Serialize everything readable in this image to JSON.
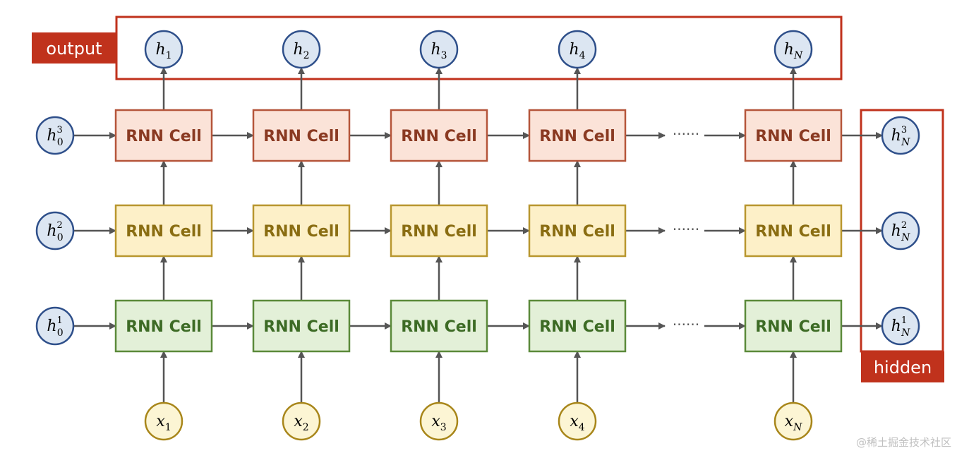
{
  "labels": {
    "output": "output",
    "hidden": "hidden",
    "ellipsis": "······",
    "watermark": "@稀土掘金技术社区"
  },
  "cell_label": "RNN Cell",
  "layers": [
    {
      "layer": 1,
      "h0_sup": "1",
      "hN_sup": "1",
      "fill": "#e3f0d8",
      "stroke": "#5b8a3a",
      "text_color": "#3d6b25"
    },
    {
      "layer": 2,
      "h0_sup": "2",
      "hN_sup": "2",
      "fill": "#fdf0c8",
      "stroke": "#b8962e",
      "text_color": "#8a6d12"
    },
    {
      "layer": 3,
      "h0_sup": "3",
      "hN_sup": "3",
      "fill": "#fbe3d8",
      "stroke": "#b5553a",
      "text_color": "#8a3a22"
    }
  ],
  "timesteps": [
    {
      "sub": "1"
    },
    {
      "sub": "2"
    },
    {
      "sub": "3"
    },
    {
      "sub": "4"
    },
    {
      "sub": "N"
    }
  ],
  "symbols": {
    "h": "h",
    "x": "x",
    "h0_sub": "0",
    "hN_sub": "N"
  },
  "colors": {
    "accent_red": "#c0321c",
    "circle_blue_fill": "#dce6f2",
    "circle_blue_stroke": "#2e4f8a",
    "circle_yellow_fill": "#fcf5d4",
    "circle_yellow_stroke": "#a8861a",
    "arrow": "#555555"
  }
}
